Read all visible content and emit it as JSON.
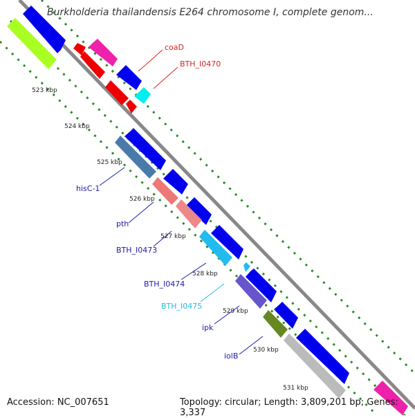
{
  "title": "Burkholderia thailandensis E264 chromosome I, complete genom...",
  "footer": {
    "accession": "Accession: NC_007651",
    "meta": "Topology: circular; Length: 3,809,201 bp; Genes: 3,337"
  },
  "ticks": [
    "523 kbp",
    "524 kbp",
    "525 kbp",
    "526 kbp",
    "527 kbp",
    "528 kbp",
    "529 kbp",
    "530 kbp",
    "531 kbp"
  ],
  "gene_labels": [
    {
      "name": "coaD",
      "color": "#dd2222"
    },
    {
      "name": "BTH_I0470",
      "color": "#dd2222"
    },
    {
      "name": "hisC-1",
      "color": "#1a1aaa"
    },
    {
      "name": "pth",
      "color": "#1a1aaa"
    },
    {
      "name": "BTH_I0473",
      "color": "#1a1aaa"
    },
    {
      "name": "BTH_I0474",
      "color": "#1a1aaa"
    },
    {
      "name": "BTH_I0475",
      "color": "#22bbdd"
    },
    {
      "name": "ipk",
      "color": "#1a1aaa"
    },
    {
      "name": "iolB",
      "color": "#1a1aaa"
    }
  ],
  "colors": {
    "backbone": "#888888",
    "tick_dots": "#2a8a2a",
    "cds_blue": "#0000ee",
    "cds_red": "#ee0000"
  }
}
